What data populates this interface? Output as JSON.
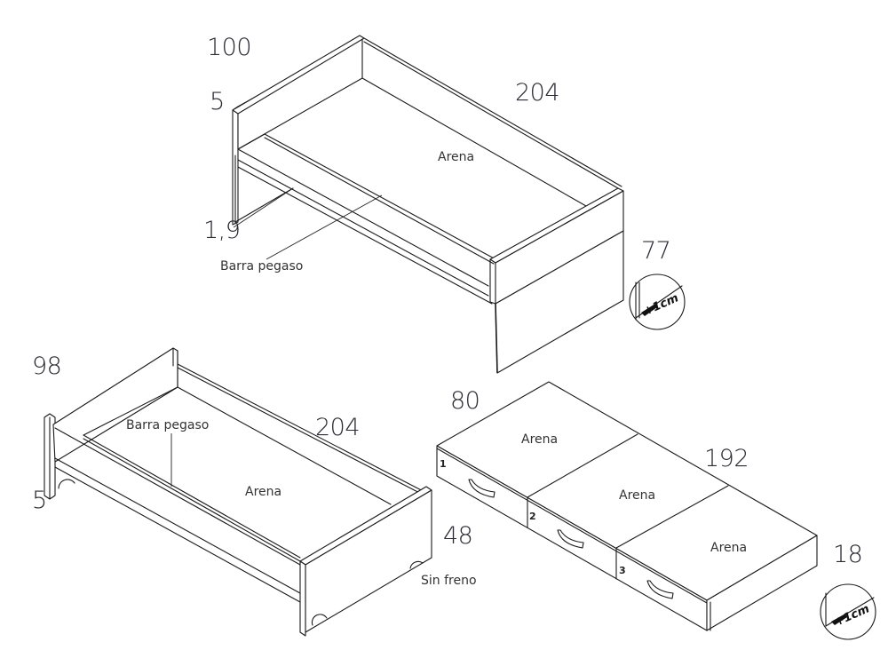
{
  "diagram": {
    "title": "",
    "units": "cm",
    "line_color": "#1a1a1a",
    "background": "#ffffff"
  },
  "top_bed": {
    "dimensions": {
      "width": "100",
      "headboard_height": "5",
      "length": "204",
      "leg_gap": "1,9",
      "height": "77"
    },
    "labels": {
      "surface_finish": "Arena",
      "bar_label": "Barra pegaso"
    },
    "badge": {
      "icon": "plus-1cm-detail-icon",
      "text": "+1cm"
    }
  },
  "trundle_bed": {
    "dimensions": {
      "width": "98",
      "side_height": "5",
      "length": "204",
      "height": "48"
    },
    "labels": {
      "bar_label": "Barra pegaso",
      "surface_finish": "Arena",
      "caster_note": "Sin freno"
    }
  },
  "drawer_unit": {
    "dimensions": {
      "width": "80",
      "length": "192",
      "height": "18"
    },
    "drawers": [
      {
        "number": "1",
        "top_finish": "Arena"
      },
      {
        "number": "2",
        "top_finish": "Arena"
      },
      {
        "number": "3",
        "top_finish": "Arena"
      }
    ],
    "badge": {
      "icon": "plus-1cm-detail-icon",
      "text": "+1cm"
    }
  }
}
